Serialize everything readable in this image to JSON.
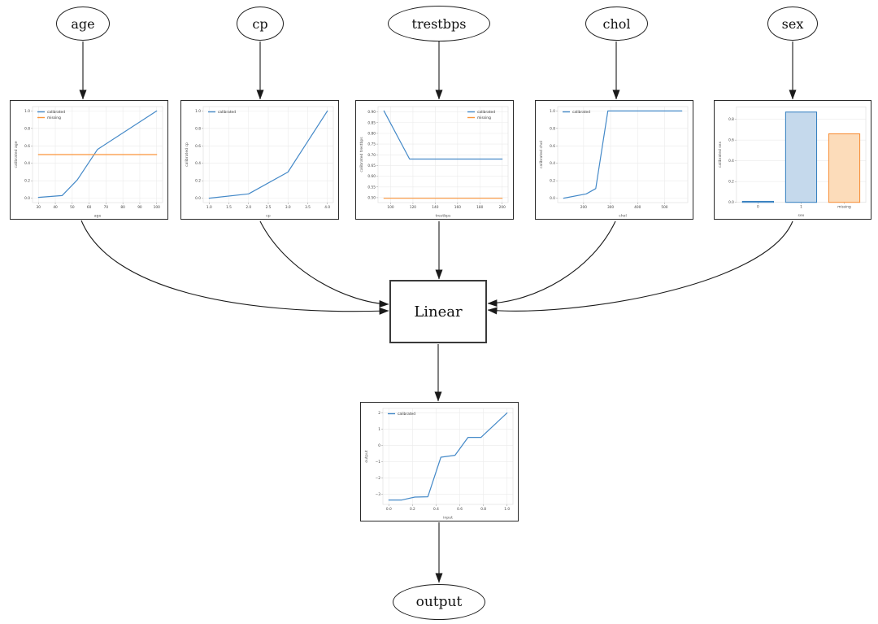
{
  "graph": {
    "inputs": [
      {
        "id": "age",
        "label": "age"
      },
      {
        "id": "cp",
        "label": "cp"
      },
      {
        "id": "trestbps",
        "label": "trestbps"
      },
      {
        "id": "chol",
        "label": "chol"
      },
      {
        "id": "sex",
        "label": "sex"
      }
    ],
    "linear": {
      "label": "Linear"
    },
    "output": {
      "label": "output"
    },
    "edges": [
      [
        "age-input",
        "age-chart"
      ],
      [
        "cp-input",
        "cp-chart"
      ],
      [
        "trestbps-input",
        "trestbps-chart"
      ],
      [
        "chol-input",
        "chol-chart"
      ],
      [
        "sex-input",
        "sex-chart"
      ],
      [
        "age-chart",
        "linear"
      ],
      [
        "cp-chart",
        "linear"
      ],
      [
        "trestbps-chart",
        "linear"
      ],
      [
        "chol-chart",
        "linear"
      ],
      [
        "sex-chart",
        "linear"
      ],
      [
        "linear",
        "output-chart"
      ],
      [
        "output-chart",
        "output-node"
      ]
    ]
  },
  "colors": {
    "blue": "#4489c8",
    "orange": "#f9953b",
    "bar_fill_blue": "#c5d9ec",
    "bar_fill_orange": "#fcdcba",
    "bar_stroke_blue": "#2f7cbe",
    "bar_stroke_orange": "#f78a31",
    "grid": "#ebebeb",
    "plot_border": "#e0e0e0",
    "tick_text": "#444444",
    "label_text": "#555555",
    "edge_line": "#1a1a1a"
  },
  "chart_data": [
    {
      "id": "age",
      "type": "line",
      "xlabel": "age",
      "ylabel": "calibrated age",
      "x_range": [
        26.5,
        103.5
      ],
      "y_range": [
        -0.05,
        1.05
      ],
      "x_ticks": [
        30,
        40,
        50,
        60,
        70,
        80,
        90,
        100
      ],
      "x_tick_labels": [
        "30",
        "40",
        "50",
        "60",
        "70",
        "80",
        "90",
        "100"
      ],
      "y_ticks": [
        0.0,
        0.2,
        0.4,
        0.6,
        0.8,
        1.0
      ],
      "y_tick_labels": [
        "0.0",
        "0.2",
        "0.4",
        "0.6",
        "0.8",
        "1.0"
      ],
      "legend": {
        "position": "top-left",
        "entries": [
          {
            "label": "calibrated",
            "color": "blue"
          },
          {
            "label": "missing",
            "color": "orange"
          }
        ]
      },
      "series": [
        {
          "name": "calibrated",
          "color": "blue",
          "points": [
            [
              30,
              0.01
            ],
            [
              44,
              0.03
            ],
            [
              53,
              0.21
            ],
            [
              65,
              0.56
            ],
            [
              100,
              1.0
            ]
          ]
        },
        {
          "name": "missing",
          "color": "orange",
          "points": [
            [
              30,
              0.5
            ],
            [
              100,
              0.5
            ]
          ]
        }
      ]
    },
    {
      "id": "cp",
      "type": "line",
      "xlabel": "cp",
      "ylabel": "calibrated cp",
      "x_range": [
        0.85,
        4.15
      ],
      "y_range": [
        -0.05,
        1.05
      ],
      "x_ticks": [
        1.0,
        1.5,
        2.0,
        2.5,
        3.0,
        3.5,
        4.0
      ],
      "x_tick_labels": [
        "1.0",
        "1.5",
        "2.0",
        "2.5",
        "3.0",
        "3.5",
        "4.0"
      ],
      "y_ticks": [
        0.0,
        0.2,
        0.4,
        0.6,
        0.8,
        1.0
      ],
      "y_tick_labels": [
        "0.0",
        "0.2",
        "0.4",
        "0.6",
        "0.8",
        "1.0"
      ],
      "legend": {
        "position": "top-left",
        "entries": [
          {
            "label": "calibrated",
            "color": "blue"
          }
        ]
      },
      "series": [
        {
          "name": "calibrated",
          "color": "blue",
          "points": [
            [
              1.0,
              0.0
            ],
            [
              2.0,
              0.05
            ],
            [
              3.0,
              0.3
            ],
            [
              4.0,
              1.0
            ]
          ]
        }
      ]
    },
    {
      "id": "trestbps",
      "type": "line",
      "xlabel": "trestbps",
      "ylabel": "calibrated trestbps",
      "x_range": [
        88.7,
        205.3
      ],
      "y_range": [
        0.477,
        0.925
      ],
      "x_ticks": [
        100,
        120,
        140,
        160,
        180,
        200
      ],
      "x_tick_labels": [
        "100",
        "120",
        "140",
        "160",
        "180",
        "200"
      ],
      "y_ticks": [
        0.5,
        0.55,
        0.6,
        0.65,
        0.7,
        0.75,
        0.8,
        0.85,
        0.9
      ],
      "y_tick_labels": [
        "0.50",
        "0.55",
        "0.60",
        "0.65",
        "0.70",
        "0.75",
        "0.80",
        "0.85",
        "0.90"
      ],
      "legend": {
        "position": "top-right",
        "entries": [
          {
            "label": "calibrated",
            "color": "blue"
          },
          {
            "label": "missing",
            "color": "orange"
          }
        ]
      },
      "series": [
        {
          "name": "calibrated",
          "color": "blue",
          "points": [
            [
              94,
              0.905
            ],
            [
              117,
              0.68
            ],
            [
              200,
              0.68
            ]
          ]
        },
        {
          "name": "missing",
          "color": "orange",
          "points": [
            [
              94,
              0.497
            ],
            [
              200,
              0.497
            ]
          ]
        }
      ]
    },
    {
      "id": "chol",
      "type": "line",
      "xlabel": "chol",
      "ylabel": "calibrated chol",
      "x_range": [
        104,
        586
      ],
      "y_range": [
        -0.05,
        1.05
      ],
      "x_ticks": [
        200,
        300,
        400,
        500
      ],
      "x_tick_labels": [
        "200",
        "300",
        "400",
        "500"
      ],
      "y_ticks": [
        0.0,
        0.2,
        0.4,
        0.6,
        0.8,
        1.0
      ],
      "y_tick_labels": [
        "0.0",
        "0.2",
        "0.4",
        "0.6",
        "0.8",
        "1.0"
      ],
      "legend": {
        "position": "top-left",
        "entries": [
          {
            "label": "calibrated",
            "color": "blue"
          }
        ]
      },
      "series": [
        {
          "name": "calibrated",
          "color": "blue",
          "points": [
            [
              126,
              0.0
            ],
            [
              210,
              0.05
            ],
            [
              245,
              0.11
            ],
            [
              290,
              1.0
            ],
            [
              564,
              1.0
            ]
          ]
        }
      ]
    },
    {
      "id": "sex",
      "type": "bar",
      "xlabel": "sex",
      "ylabel": "calibrated sex",
      "categories": [
        "0",
        "1",
        "missing"
      ],
      "values": [
        0.01,
        0.87,
        0.66
      ],
      "bar_colors": [
        "blue",
        "blue",
        "orange"
      ],
      "y_range": [
        0,
        0.92
      ],
      "y_ticks": [
        0.0,
        0.2,
        0.4,
        0.6,
        0.8
      ],
      "y_tick_labels": [
        "0.0",
        "0.2",
        "0.4",
        "0.6",
        "0.8"
      ]
    },
    {
      "id": "output",
      "type": "line",
      "xlabel": "input",
      "ylabel": "output",
      "x_range": [
        -0.05,
        1.05
      ],
      "y_range": [
        -3.62,
        2.28
      ],
      "x_ticks": [
        0.0,
        0.2,
        0.4,
        0.6,
        0.8,
        1.0
      ],
      "x_tick_labels": [
        "0.0",
        "0.2",
        "0.4",
        "0.6",
        "0.8",
        "1.0"
      ],
      "y_ticks": [
        -3,
        -2,
        -1,
        0,
        1,
        2
      ],
      "y_tick_labels": [
        "−3",
        "−2",
        "−1",
        "0",
        "1",
        "2"
      ],
      "legend": {
        "position": "top-left",
        "entries": [
          {
            "label": "calibrated",
            "color": "blue"
          }
        ]
      },
      "series": [
        {
          "name": "calibrated",
          "color": "blue",
          "points": [
            [
              0.0,
              -3.35
            ],
            [
              0.11,
              -3.35
            ],
            [
              0.22,
              -3.17
            ],
            [
              0.33,
              -3.15
            ],
            [
              0.44,
              -0.72
            ],
            [
              0.56,
              -0.6
            ],
            [
              0.67,
              0.5
            ],
            [
              0.78,
              0.5
            ],
            [
              1.0,
              2.0
            ]
          ]
        }
      ]
    }
  ]
}
